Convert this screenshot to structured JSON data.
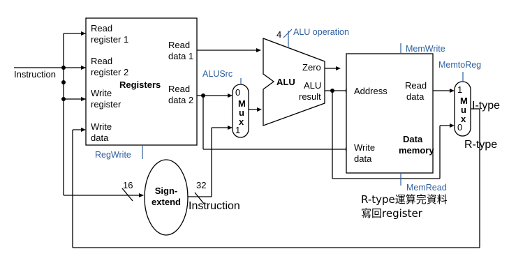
{
  "inputs": {
    "instruction": "Instruction"
  },
  "registers": {
    "title": "Registers",
    "read_register_1": [
      "Read",
      "register 1"
    ],
    "read_register_2": [
      "Read",
      "register 2"
    ],
    "write_register": [
      "Write",
      "register"
    ],
    "write_data": [
      "Write",
      "data"
    ],
    "read_data_1": [
      "Read",
      "data 1"
    ],
    "read_data_2": [
      "Read",
      "data 2"
    ]
  },
  "alu": {
    "title": "ALU",
    "zero": "Zero",
    "result": [
      "ALU",
      "result"
    ]
  },
  "mux_alusrc": {
    "in0": "0",
    "letters": [
      "M",
      "u",
      "x"
    ],
    "in1": "1"
  },
  "mux_memtoreg": {
    "in1": "1",
    "letters": [
      "M",
      "u",
      "x"
    ],
    "in0": "0"
  },
  "data_memory": {
    "title": [
      "Data",
      "memory"
    ],
    "address": "Address",
    "read_data": [
      "Read",
      "data"
    ],
    "write_data": [
      "Write",
      "data"
    ]
  },
  "sign_extend": {
    "title": [
      "Sign-",
      "extend"
    ],
    "in_width": "16",
    "out_width": "32"
  },
  "control_signals": {
    "alu_operation": "ALU operation",
    "alu_operation_width": "4",
    "alusrc": "ALUSrc",
    "regwrite": "RegWrite",
    "memwrite": "MemWrite",
    "memread": "MemRead",
    "memtoreg": "MemtoReg"
  },
  "annotations": {
    "instruction_label_2": "Instruction",
    "i_type": "I-type",
    "r_type": "R-type",
    "note_line_1": "R-type運算完資料",
    "note_line_2": "寫回register"
  },
  "colors": {
    "control": "#2e5f9e",
    "wire": "#000000"
  }
}
